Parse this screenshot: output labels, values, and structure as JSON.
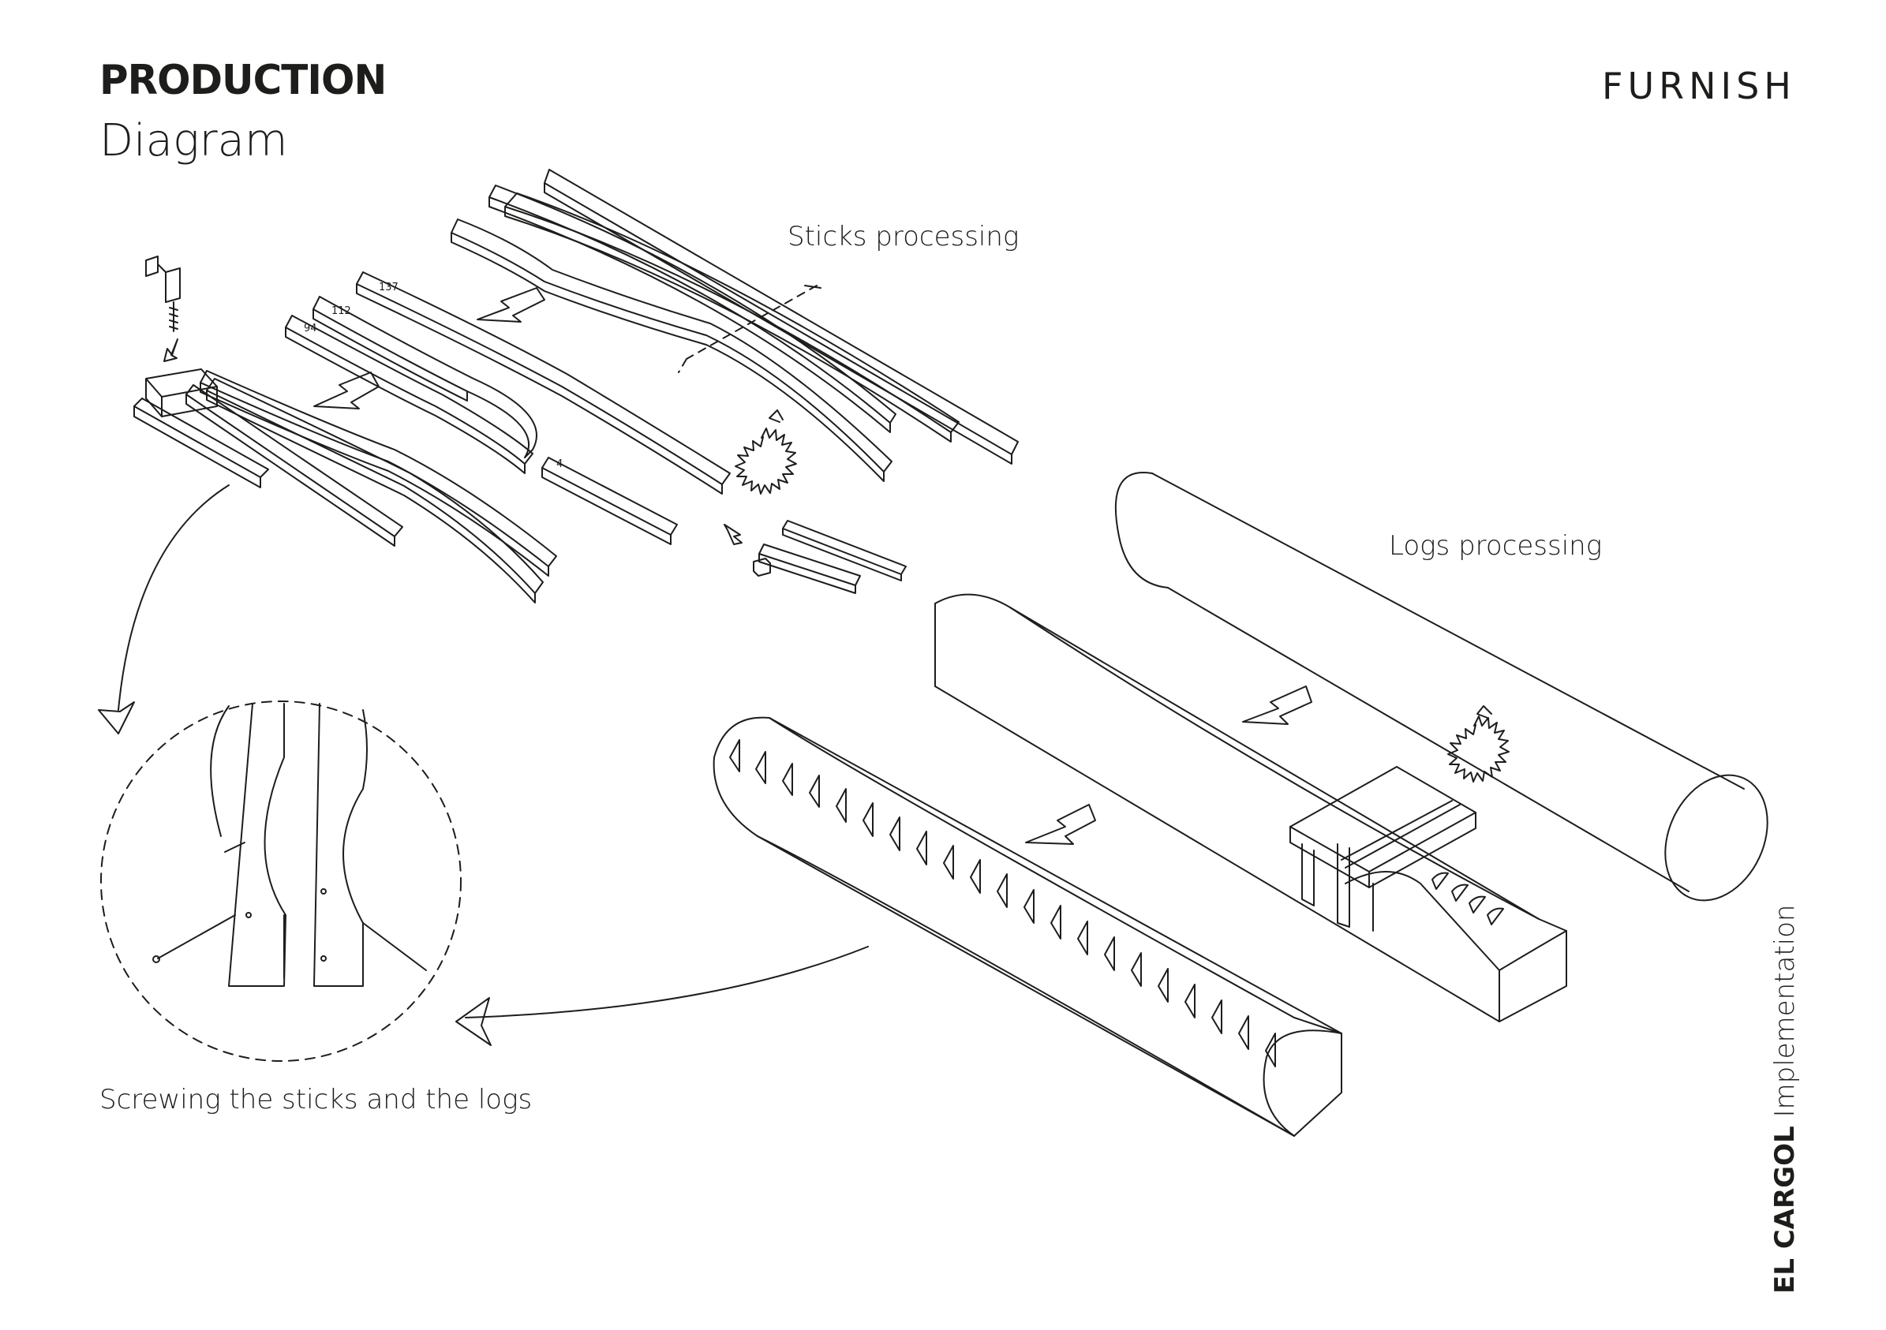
{
  "header": {
    "title": "PRODUCTION",
    "subtitle": "Diagram",
    "brand": "FURNISH"
  },
  "labels": {
    "sticks": "Sticks processing",
    "logs": "Logs processing",
    "screwing": "Screwing the sticks and the logs"
  },
  "side": {
    "project": "EL CARGOL",
    "phase": "Implementation"
  },
  "stick_numbers": [
    "137",
    "112",
    "94",
    "4"
  ],
  "icons": [
    "saw-blade-icon",
    "arrow-icon",
    "screw-icon",
    "clamp-icon",
    "log-icon"
  ]
}
